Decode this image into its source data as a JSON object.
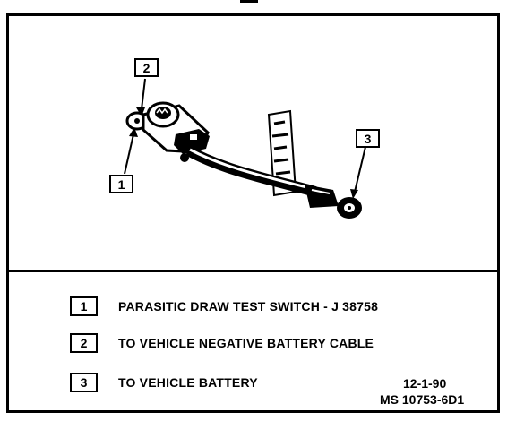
{
  "callouts": {
    "c1": "1",
    "c2": "2",
    "c3": "3"
  },
  "legend": {
    "items": [
      {
        "num": "1",
        "text": "PARASITIC DRAW TEST SWITCH - J 38758"
      },
      {
        "num": "2",
        "text": "TO VEHICLE NEGATIVE BATTERY CABLE"
      },
      {
        "num": "3",
        "text": "TO VEHICLE BATTERY"
      }
    ]
  },
  "reference": {
    "date": "12-1-90",
    "code": "MS 10753-6D1"
  }
}
